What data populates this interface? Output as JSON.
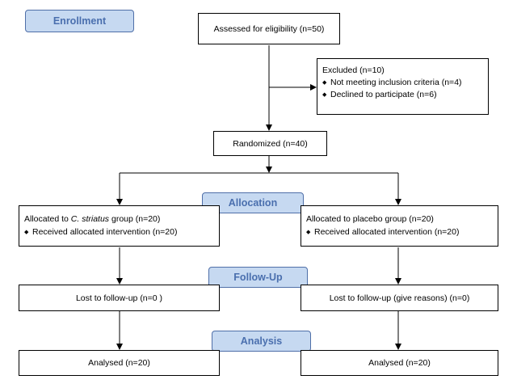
{
  "stages": {
    "enrollment": "Enrollment",
    "allocation": "Allocation",
    "follow_up": "Follow-Up",
    "analysis": "Analysis"
  },
  "boxes": {
    "assessed": "Assessed for eligibility (n=50)",
    "excluded": {
      "title": "Excluded  (n=10)",
      "items": [
        "Not meeting inclusion criteria (n=4)",
        "Declined to participate (n=6)"
      ]
    },
    "randomized": "Randomized (n=40)",
    "alloc_left": {
      "prefix": "Allocated to ",
      "species": "C. striatus",
      "suffix": " group (n=20)",
      "item": "Received allocated intervention (n=20)"
    },
    "alloc_right": {
      "title": "Allocated to placebo group (n=20)",
      "item": "Received allocated intervention (n=20)"
    },
    "lost_left": "Lost to follow-up (n=0 )",
    "lost_right": "Lost to follow-up (give reasons) (n=0)",
    "analysed_left": "Analysed  (n=20)",
    "analysed_right": "Analysed  (n=20)"
  },
  "colors": {
    "stage_fill": "#c6d9f1",
    "stage_border": "#4f6fa8",
    "stage_text": "#4a6fae"
  }
}
